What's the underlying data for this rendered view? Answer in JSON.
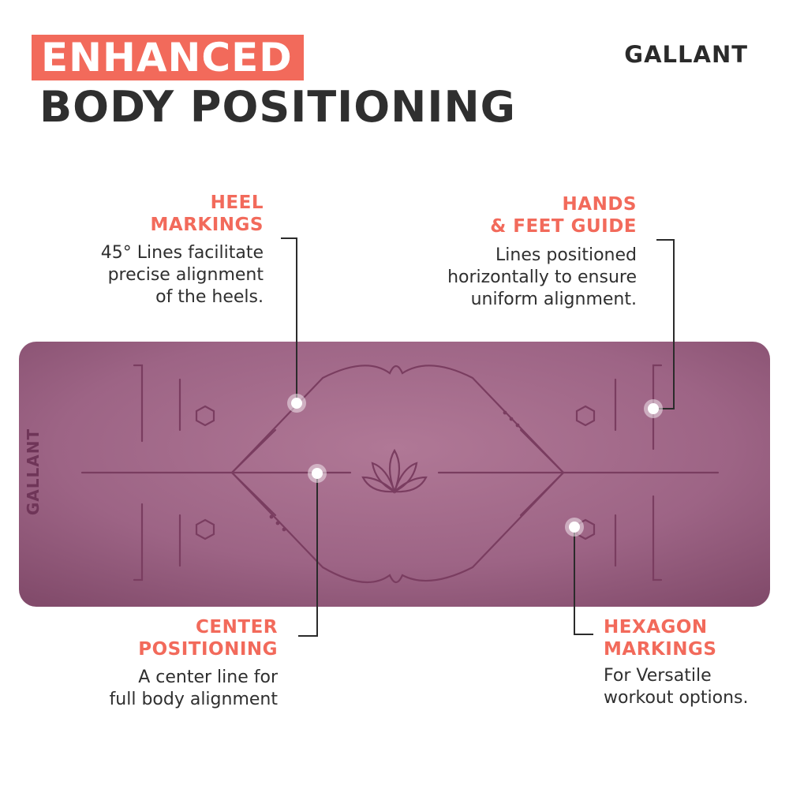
{
  "headline": {
    "highlight": "ENHANCED",
    "line2": "BODY POSITIONING"
  },
  "brand": "GALLANT",
  "mat": {
    "brand_label": "GALLANT",
    "lotus_icon": "lotus-icon",
    "hexagon_icon": "hexagon-icon"
  },
  "callouts": {
    "heel": {
      "title_line1": "HEEL",
      "title_line2": "MARKINGS",
      "desc_line1": "45° Lines facilitate",
      "desc_line2": "precise alignment",
      "desc_line3": "of the heels."
    },
    "hands": {
      "title_line1": "HANDS",
      "title_line2": "& FEET GUIDE",
      "desc_line1": "Lines positioned",
      "desc_line2": "horizontally to ensure",
      "desc_line3": "uniform alignment."
    },
    "center": {
      "title_line1": "CENTER",
      "title_line2": "POSITIONING",
      "desc_line1": "A center line for",
      "desc_line2": "full body alignment"
    },
    "hexagon": {
      "title_line1": "HEXAGON",
      "title_line2": "MARKINGS",
      "desc_line1": "For Versatile",
      "desc_line2": "workout options."
    }
  },
  "colors": {
    "accent": "#f26a5b",
    "text_dark": "#2f2f2f",
    "mat_base": "#9a5f80",
    "mat_line": "#7a3d60"
  }
}
